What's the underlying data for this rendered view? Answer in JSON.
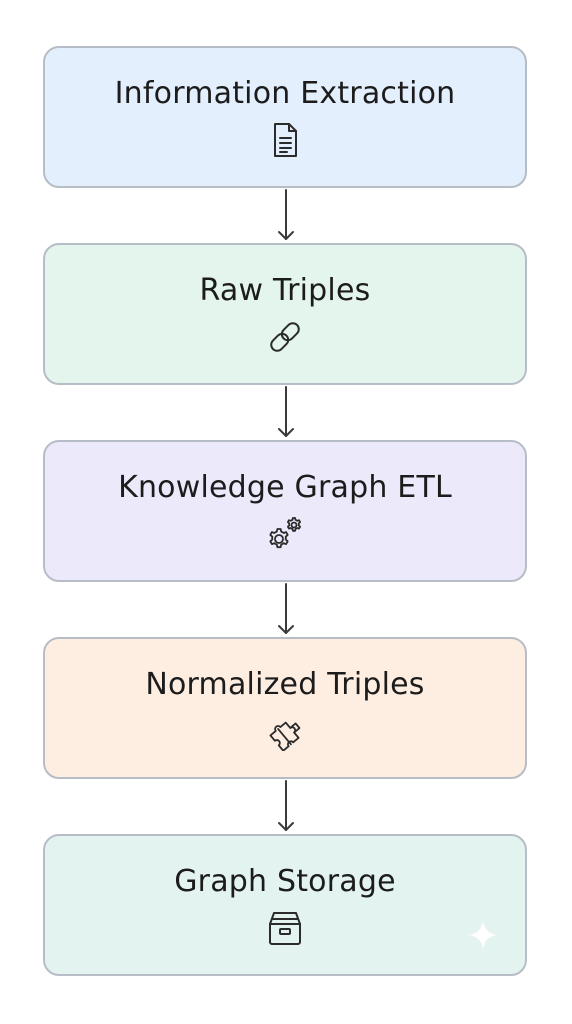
{
  "stages": [
    {
      "label": "Information Extraction",
      "icon": "document-icon",
      "fill": "#e3effd"
    },
    {
      "label": "Raw Triples",
      "icon": "link-icon",
      "fill": "#e3f5ec"
    },
    {
      "label": "Knowledge Graph ETL",
      "icon": "gears-icon",
      "fill": "#ece9fb"
    },
    {
      "label": "Normalized Triples",
      "icon": "puzzle-icon",
      "fill": "#feeee2"
    },
    {
      "label": "Graph Storage",
      "icon": "archive-box-icon",
      "fill": "#e3f3ef"
    }
  ],
  "colors": {
    "border": "#b7bdc6",
    "arrow": "#3a3a3a",
    "icon_stroke": "#2b2b2b",
    "text": "#1c1c1c"
  },
  "watermark_icon": "sparkle-icon"
}
